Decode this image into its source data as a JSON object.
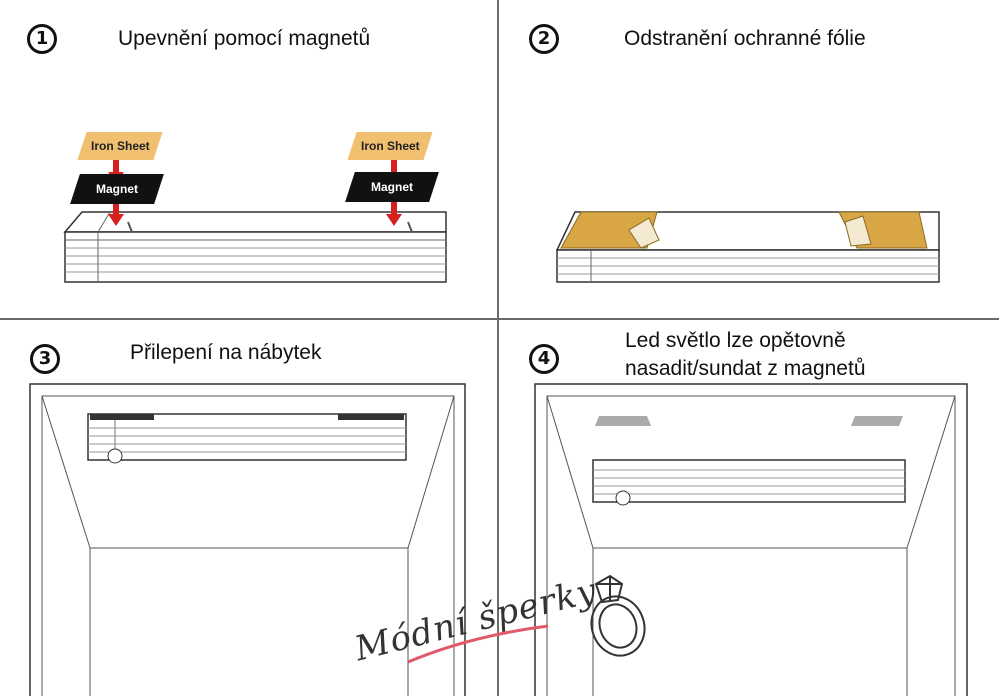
{
  "steps": [
    {
      "number": "1",
      "title": "Upevnění pomocí magnetů"
    },
    {
      "number": "2",
      "title": "Odstranění ochranné fólie"
    },
    {
      "number": "3",
      "title": "Přilepení na nábytek"
    },
    {
      "number": "4",
      "title_line1": "Led světlo lze opětovně",
      "title_line2": "nasadit/sundat z magnetů"
    }
  ],
  "labels": {
    "iron_sheet": "Iron Sheet",
    "magnet": "Magnet"
  },
  "watermark": {
    "text": "Módní šperky",
    "icon": "ring-icon"
  },
  "colors": {
    "arrow": "#d62020",
    "iron_sheet": "#f0c070",
    "film": "#d9a646",
    "underline": "#e05a6a"
  }
}
